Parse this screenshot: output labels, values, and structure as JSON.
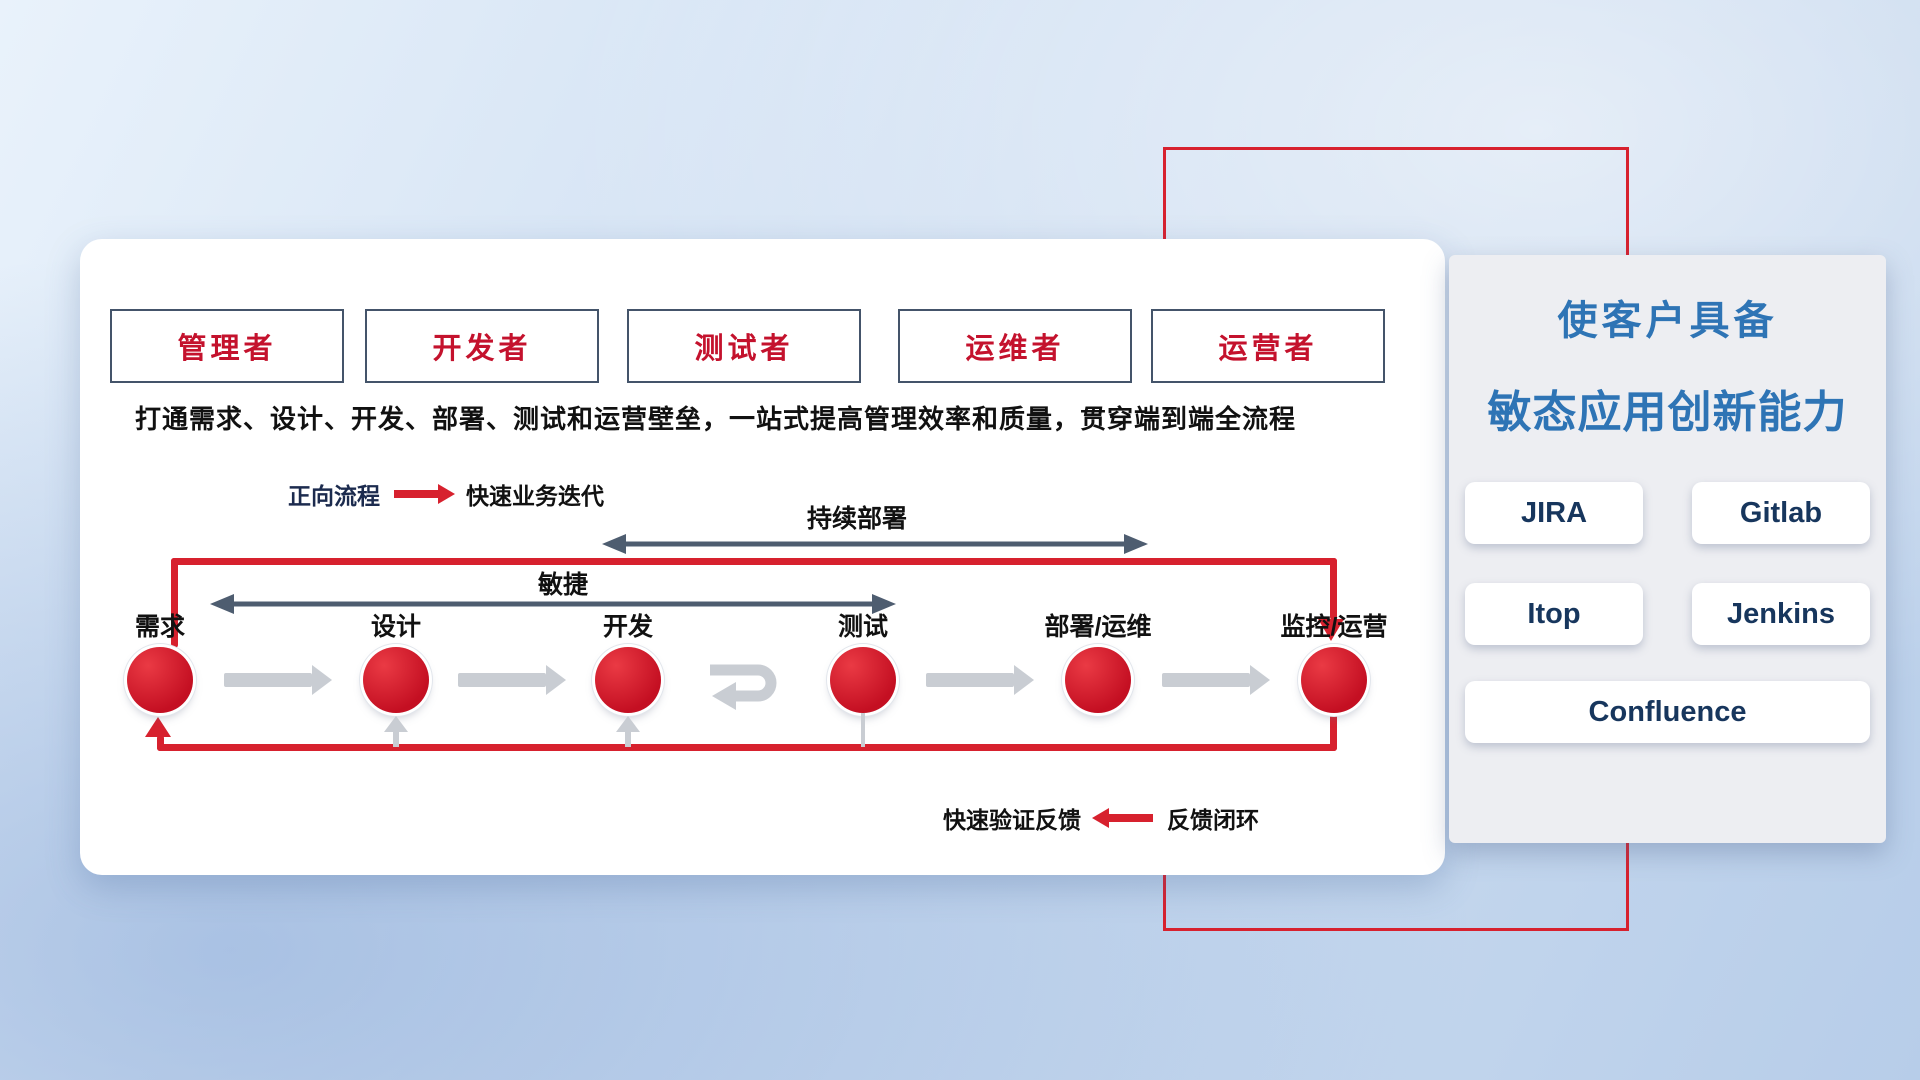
{
  "roles": [
    "管理者",
    "开发者",
    "测试者",
    "运维者",
    "运营者"
  ],
  "headline": "打通需求、设计、开发、部署、测试和运营壁垒，一站式提高管理效率和质量，贯穿端到端全流程",
  "forward_legend": {
    "label": "正向流程",
    "desc": "快速业务迭代"
  },
  "span_arrows": {
    "continuous_deployment": "持续部署",
    "agile": "敏捷"
  },
  "nodes": [
    "需求",
    "设计",
    "开发",
    "测试",
    "部署/运维",
    "监控/运营"
  ],
  "feedback_legend": {
    "desc": "快速验证反馈",
    "label": "反馈闭环"
  },
  "side_panel": {
    "title_line1": "使客户具备",
    "title_line2": "敏态应用创新能力",
    "tools": [
      "JIRA",
      "Gitlab",
      "Itop",
      "Jenkins",
      "Confluence"
    ]
  },
  "colors": {
    "accent_red": "#d7212e",
    "node_red": "#c40f22",
    "navy_border": "#44546a",
    "slate_arrow": "#4e5d70",
    "title_blue": "#2e74b5",
    "button_text": "#17365d",
    "gray_arrow": "#c9cdd3"
  }
}
